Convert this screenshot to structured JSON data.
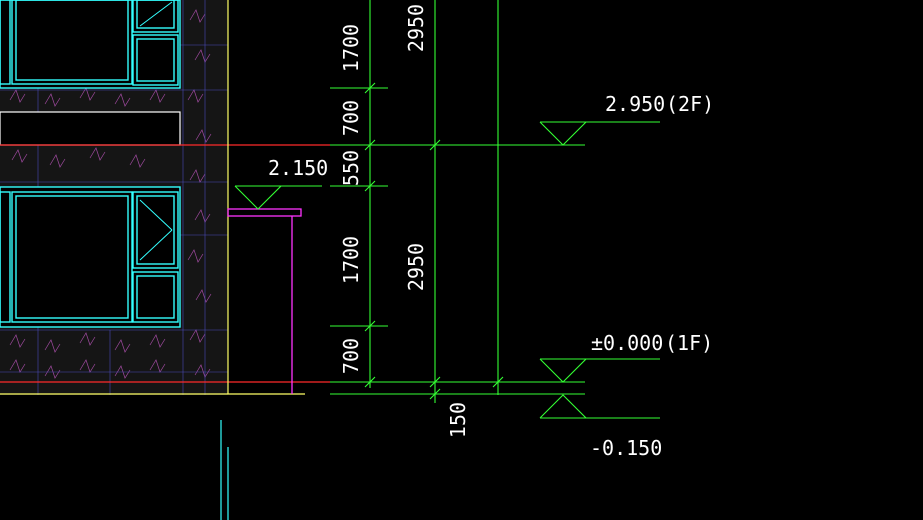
{
  "colors": {
    "background": "#000000",
    "dimension": "#33ff33",
    "text": "#ffffff",
    "window_frame": "#33ffff",
    "hatch_fill": "#2a2a2a",
    "hatch_lines": "#a04aa0",
    "floor_line": "#ff2a2a",
    "wall_edge": "#ffff66",
    "canopy": "#ff33ff",
    "grid_lines": "#5a5ac8"
  },
  "dimensions": {
    "outer_top": "1700",
    "outer_a": "700",
    "outer_b": "550",
    "outer_c": "1700",
    "outer_d": "700",
    "inner_top": "2950",
    "inner_mid": "2950",
    "bottom_offset": "150"
  },
  "elevations": {
    "level_2f": "2.950",
    "level_2f_label": "(2F)",
    "level_canopy": "2.150",
    "level_1f": "±0.000",
    "level_1f_label": "(1F)",
    "level_ground": "-0.150"
  }
}
